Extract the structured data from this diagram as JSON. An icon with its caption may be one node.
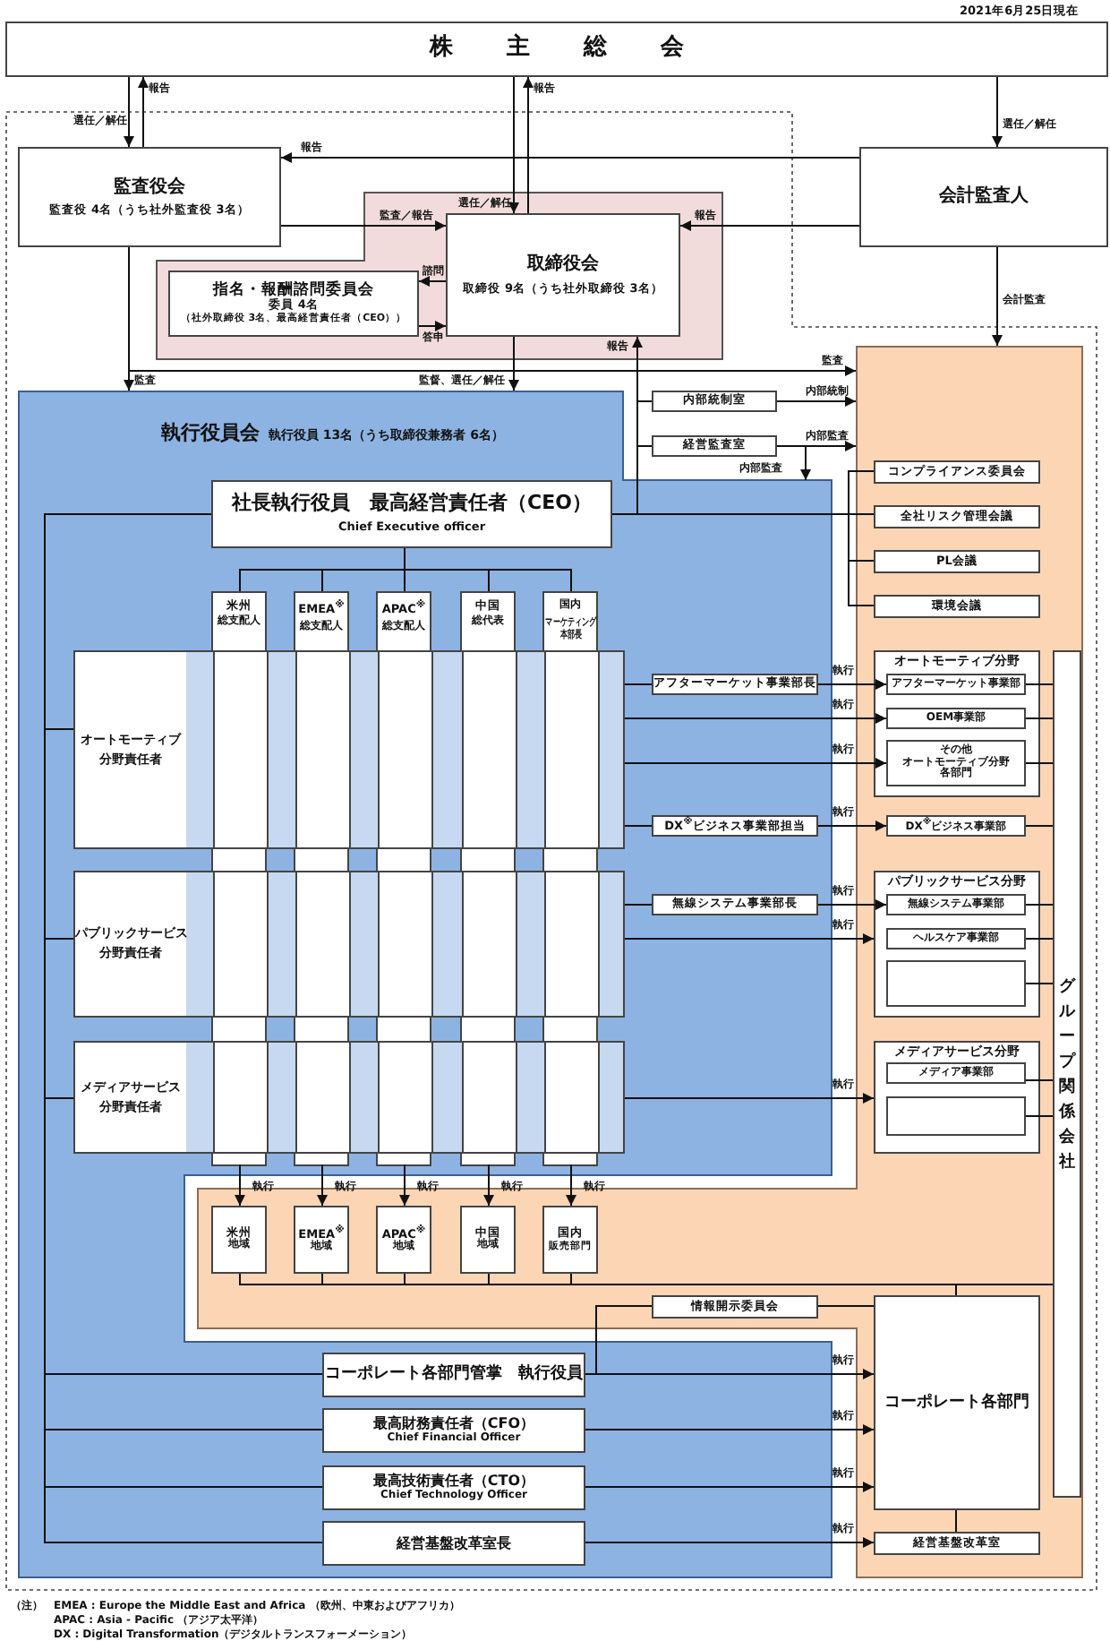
{
  "diagram": {
    "nodes": [
      {
        "text": [
          "株主総会"
        ]
      },
      {
        "text": [
          "監査役会",
          "監査役 4名（うち社外監査役 3名）"
        ]
      },
      {
        "text": [
          "会計監査人"
        ]
      },
      {
        "text": [
          "取締役会",
          "取締役 9名（うち社外取締役 3名）"
        ]
      },
      {
        "text": [
          "指名・報酬諮問委員会",
          "委員 4名",
          "（社外取締役 3名、最高経営責任者（CEO））"
        ]
      },
      {
        "text": [
          "執行役員会",
          "執行役員 13名（うち取締役兼務者 6名）"
        ]
      },
      {
        "text": [
          "内部統制室"
        ]
      },
      {
        "text": [
          "経営監査室"
        ]
      },
      {
        "text": [],
        "shape": "box"
      },
      {
        "text": [
          "社長執行役員　最高経営責任者（CEO）",
          "Chief Executive officer"
        ],
        "in": 5
      },
      {
        "text": [
          "コンプライアンス委員会"
        ],
        "in": 8
      },
      {
        "text": [
          "全社リスク管理会議"
        ],
        "in": 8
      },
      {
        "text": [
          "PL会議"
        ],
        "in": 8
      },
      {
        "text": [
          "環境会議"
        ],
        "in": 8
      },
      {
        "text": [
          "米州",
          "総支配人"
        ],
        "in": 5
      },
      {
        "text": [
          "EMEA$^{※}$",
          "総支配人"
        ],
        "in": 5
      },
      {
        "text": [
          "APAC$^{※}$",
          "総支配人"
        ],
        "in": 5
      },
      {
        "text": [
          "中国",
          "総代表"
        ],
        "in": 5
      },
      {
        "text": [
          "国内",
          "マーケティング",
          "本部長"
        ],
        "in": 5
      },
      {
        "text": [
          "オートモーティブ",
          "分野責任者"
        ],
        "in": 5
      },
      {
        "text": [
          "アフターマーケット事業部長"
        ],
        "in": 5
      },
      {
        "text": [
          "オートモーティブ分野"
        ],
        "in": 8
      },
      {
        "text": [
          "アフターマーケット事業部"
        ],
        "in": 21
      },
      {
        "text": [
          "OEM事業部"
        ],
        "in": 21
      },
      {
        "text": [
          "その他",
          "オートモーティブ分野",
          "各部門"
        ],
        "in": 21
      },
      {
        "text": [
          "DX$^{※}$ビジネス事業部担当"
        ],
        "in": 5
      },
      {
        "text": [
          "DX$^{※}$ビジネス事業部"
        ],
        "in": 8
      },
      {
        "text": [
          "パブリックサービス",
          "分野責任者"
        ],
        "in": 5
      },
      {
        "text": [
          "無線システム事業部長"
        ],
        "in": 5
      },
      {
        "text": [
          "パブリックサービス分野"
        ],
        "in": 8
      },
      {
        "text": [
          "無線システム事業部"
        ],
        "in": 29
      },
      {
        "text": [
          "ヘルスケア事業部"
        ],
        "in": 29
      },
      {
        "text": [],
        "shape": "box",
        "in": 29
      },
      {
        "text": [
          "メディアサービス",
          "分野責任者"
        ],
        "in": 5
      },
      {
        "text": [
          "メディアサービス分野"
        ],
        "in": 8
      },
      {
        "text": [
          "メディア事業部"
        ],
        "in": 34
      },
      {
        "text": [],
        "shape": "box",
        "in": 34
      },
      {
        "text": [
          "グループ関係会社"
        ],
        "in": 8
      },
      {
        "text": [
          "米州",
          "地域"
        ]
      },
      {
        "text": [
          "EMEA$^{※}$",
          "地域"
        ]
      },
      {
        "text": [
          "APAC$^{※}$",
          "地域"
        ]
      },
      {
        "text": [
          "中国",
          "地域"
        ]
      },
      {
        "text": [
          "国内",
          "販売部門"
        ]
      },
      {
        "text": [
          "情報開示委員会"
        ]
      },
      {
        "text": [
          "コーポレート各部門管掌　執行役員"
        ],
        "in": 5
      },
      {
        "text": [
          "最高財務責任者（CFO）",
          "Chief Financial Officer"
        ],
        "in": 5
      },
      {
        "text": [
          "最高技術責任者（CTO）",
          "Chief Technology Officer"
        ],
        "in": 5
      },
      {
        "text": [
          "経営基盤改革室長"
        ],
        "in": 5
      },
      {
        "text": [
          "コーポレート各部門"
        ],
        "in": 8
      },
      {
        "text": [
          "経営基盤改革室"
        ],
        "in": 8
      }
    ],
    "edges": [
      {
        "from": 0,
        "to": 1,
        "arrow": "to",
        "label": "選任／解任"
      },
      {
        "from": 1,
        "to": 0,
        "arrow": "to",
        "label": "報告"
      },
      {
        "from": 0,
        "to": 3,
        "arrow": "to",
        "label": "選任／解任"
      },
      {
        "from": 3,
        "to": 0,
        "arrow": "to",
        "label": "報告"
      },
      {
        "from": 0,
        "to": 2,
        "arrow": "to",
        "label": "選任／解任"
      },
      {
        "from": 2,
        "to": 1,
        "arrow": "to",
        "label": "報告"
      },
      {
        "from": 1,
        "to": 3,
        "arrow": "to",
        "label": "監査／報告"
      },
      {
        "from": 2,
        "to": 3,
        "arrow": "to",
        "label": "報告"
      },
      {
        "from": 3,
        "to": 4,
        "arrow": "to",
        "label": "諮問"
      },
      {
        "from": 4,
        "to": 3,
        "arrow": "to",
        "label": "答申"
      },
      {
        "from": 2,
        "to": 8,
        "arrow": "to",
        "label": "会計監査"
      },
      {
        "from": 1,
        "to": 8,
        "arrow": "to",
        "label": "監査"
      },
      {
        "from": 1,
        "to": 5,
        "arrow": "to",
        "label": "監査"
      },
      {
        "from": 3,
        "to": 5,
        "arrow": "to",
        "label": "監督、選任／解任"
      },
      {
        "from": 9,
        "to": 3,
        "arrow": "to",
        "label": "報告"
      },
      {
        "from": 9,
        "to": 6,
        "arrow": "none"
      },
      {
        "from": 9,
        "to": 7,
        "arrow": "none"
      },
      {
        "from": 6,
        "to": 8,
        "arrow": "to",
        "label": "内部統制"
      },
      {
        "from": 7,
        "to": 8,
        "arrow": "to",
        "label": "内部監査"
      },
      {
        "from": 7,
        "to": 5,
        "arrow": "to",
        "label": "内部監査"
      },
      {
        "from": 9,
        "to": 10,
        "arrow": "none"
      },
      {
        "from": 9,
        "to": 11,
        "arrow": "none"
      },
      {
        "from": 9,
        "to": 12,
        "arrow": "none"
      },
      {
        "from": 9,
        "to": 13,
        "arrow": "none"
      },
      {
        "from": 9,
        "to": 14,
        "arrow": "none"
      },
      {
        "from": 9,
        "to": 15,
        "arrow": "none"
      },
      {
        "from": 9,
        "to": 16,
        "arrow": "none"
      },
      {
        "from": 9,
        "to": 17,
        "arrow": "none"
      },
      {
        "from": 9,
        "to": 18,
        "arrow": "none"
      },
      {
        "from": 9,
        "to": 19,
        "arrow": "none"
      },
      {
        "from": 9,
        "to": 27,
        "arrow": "none"
      },
      {
        "from": 9,
        "to": 33,
        "arrow": "none"
      },
      {
        "from": 9,
        "to": 44,
        "arrow": "none"
      },
      {
        "from": 9,
        "to": 45,
        "arrow": "none"
      },
      {
        "from": 9,
        "to": 46,
        "arrow": "none"
      },
      {
        "from": 9,
        "to": 47,
        "arrow": "none"
      },
      {
        "from": 19,
        "to": 20,
        "arrow": "none"
      },
      {
        "from": 20,
        "to": 22,
        "arrow": "to",
        "label": "執行"
      },
      {
        "from": 19,
        "to": 23,
        "arrow": "to",
        "label": "執行"
      },
      {
        "from": 19,
        "to": 24,
        "arrow": "to",
        "label": "執行"
      },
      {
        "from": 19,
        "to": 25,
        "arrow": "none"
      },
      {
        "from": 25,
        "to": 26,
        "arrow": "to",
        "label": "執行"
      },
      {
        "from": 27,
        "to": 28,
        "arrow": "none"
      },
      {
        "from": 28,
        "to": 30,
        "arrow": "to",
        "label": "執行"
      },
      {
        "from": 27,
        "to": 29,
        "arrow": "to",
        "label": "執行"
      },
      {
        "from": 33,
        "to": 34,
        "arrow": "to",
        "label": "執行"
      },
      {
        "from": 14,
        "to": 38,
        "arrow": "to",
        "label": "執行"
      },
      {
        "from": 15,
        "to": 39,
        "arrow": "to",
        "label": "執行"
      },
      {
        "from": 16,
        "to": 40,
        "arrow": "to",
        "label": "執行"
      },
      {
        "from": 17,
        "to": 41,
        "arrow": "to",
        "label": "執行"
      },
      {
        "from": 18,
        "to": 42,
        "arrow": "to",
        "label": "執行"
      },
      {
        "from": 38,
        "to": 37,
        "arrow": "none"
      },
      {
        "from": 39,
        "to": 37,
        "arrow": "none"
      },
      {
        "from": 40,
        "to": 37,
        "arrow": "none"
      },
      {
        "from": 41,
        "to": 37,
        "arrow": "none"
      },
      {
        "from": 42,
        "to": 37,
        "arrow": "none"
      },
      {
        "from": 48,
        "to": 37,
        "arrow": "none"
      },
      {
        "from": 22,
        "to": 37,
        "arrow": "none"
      },
      {
        "from": 23,
        "to": 37,
        "arrow": "none"
      },
      {
        "from": 24,
        "to": 37,
        "arrow": "none"
      },
      {
        "from": 26,
        "to": 37,
        "arrow": "none"
      },
      {
        "from": 30,
        "to": 37,
        "arrow": "none"
      },
      {
        "from": 31,
        "to": 37,
        "arrow": "none"
      },
      {
        "from": 32,
        "to": 37,
        "arrow": "none"
      },
      {
        "from": 35,
        "to": 37,
        "arrow": "none"
      },
      {
        "from": 36,
        "to": 37,
        "arrow": "none"
      },
      {
        "from": 44,
        "to": 43,
        "arrow": "none"
      },
      {
        "from": 43,
        "to": 48,
        "arrow": "none"
      },
      {
        "from": 44,
        "to": 48,
        "arrow": "to",
        "label": "執行"
      },
      {
        "from": 45,
        "to": 48,
        "arrow": "to",
        "label": "執行"
      },
      {
        "from": 46,
        "to": 48,
        "arrow": "to",
        "label": "執行"
      },
      {
        "from": 47,
        "to": 49,
        "arrow": "to",
        "label": "執行"
      },
      {
        "from": 48,
        "to": 49,
        "arrow": "none"
      }
    ],
    "labels": [
      "2021年6月25日現在",
      "（注）",
      "EMEA : Europe the Middle East and Africa （欧州、中東およびアフリカ）",
      "APAC : Asia - Pacific （アジア太平洋）",
      "DX : Digital Transformation（デジタルトランスフォーメーション）"
    ]
  }
}
